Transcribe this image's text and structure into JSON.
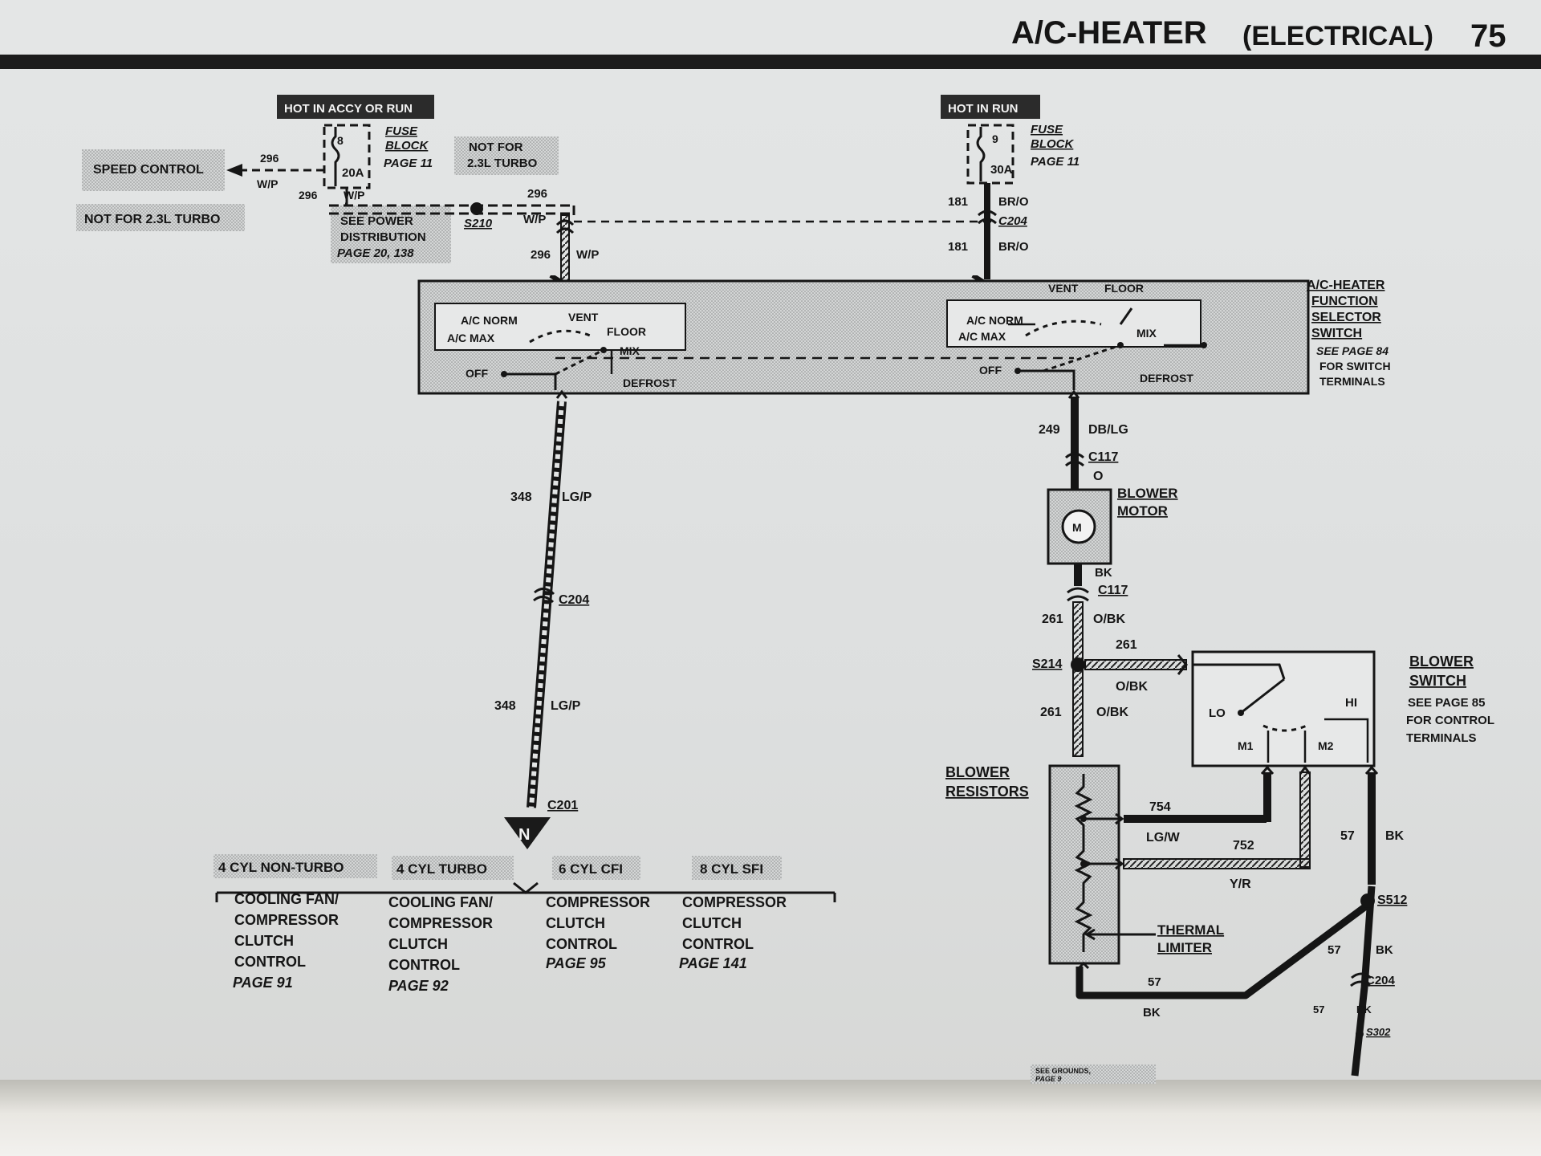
{
  "header": {
    "title": "A/C-HEATER",
    "subtitle": "(ELECTRICAL)",
    "page_number": "75"
  },
  "left_circuit": {
    "power_label": "HOT IN ACCY OR RUN",
    "fuse_number": "8",
    "fuse_rating": "20A",
    "fuse_block_line1": "FUSE",
    "fuse_block_line2": "BLOCK",
    "fuse_block_page": "PAGE 11",
    "not_for_turbo_top_1": "NOT FOR",
    "not_for_turbo_top_2": "2.3L TURBO",
    "speed_control": "SPEED CONTROL",
    "wire_296": "296",
    "wire_wp": "W/P",
    "not_for_turbo_left": "NOT FOR 2.3L TURBO",
    "power_dist_1": "SEE POWER",
    "power_dist_2": "DISTRIBUTION",
    "power_dist_page": "PAGE 20, 138",
    "splice_s210": "S210",
    "wire_348": "348",
    "wire_lgp": "LG/P",
    "connector_c204": "C204",
    "connector_c201": "C201",
    "ground_n": "N"
  },
  "right_circuit": {
    "power_label": "HOT IN RUN",
    "fuse_number": "9",
    "fuse_rating": "30A",
    "fuse_block_line1": "FUSE",
    "fuse_block_line2": "BLOCK",
    "fuse_block_page": "PAGE 11",
    "wire_181": "181",
    "wire_bro": "BR/O",
    "connector_c204": "C204",
    "wire_249": "249",
    "wire_dblg": "DB/LG",
    "connector_c117": "C117",
    "wire_o": "O",
    "blower_motor_1": "BLOWER",
    "blower_motor_2": "MOTOR",
    "motor_m": "M",
    "wire_bk": "BK",
    "connector_c117b": "C117",
    "wire_261": "261",
    "wire_obk": "O/BK",
    "splice_s214": "S214",
    "blower_switch_1": "BLOWER",
    "blower_switch_2": "SWITCH",
    "blower_switch_note_1": "SEE PAGE 85",
    "blower_switch_note_2": "FOR CONTROL",
    "blower_switch_note_3": "TERMINALS",
    "switch_lo": "LO",
    "switch_hi": "HI",
    "switch_m1": "M1",
    "switch_m2": "M2",
    "blower_resistors_1": "BLOWER",
    "blower_resistors_2": "RESISTORS",
    "wire_754": "754",
    "wire_lgw": "LG/W",
    "wire_752": "752",
    "wire_yr": "Y/R",
    "thermal_1": "THERMAL",
    "thermal_2": "LIMITER",
    "wire_57": "57",
    "splice_s512": "S512",
    "connector_c204b": "C204",
    "splice_s302": "S302",
    "see_grounds_1": "SEE GROUNDS,",
    "see_grounds_2": "PAGE 9"
  },
  "selector_switch": {
    "title_1": "A/C-HEATER",
    "title_2": "FUNCTION",
    "title_3": "SELECTOR",
    "title_4": "SWITCH",
    "note_1": "SEE PAGE 84",
    "note_2": "FOR SWITCH",
    "note_3": "TERMINALS",
    "ac_norm": "A/C NORM",
    "ac_max": "A/C MAX",
    "vent": "VENT",
    "floor": "FLOOR",
    "mix": "MIX",
    "off": "OFF",
    "defrost": "DEFROST"
  },
  "bottom_references": [
    {
      "header": "4 CYL NON-TURBO",
      "l1": "COOLING FAN/",
      "l2": "COMPRESSOR",
      "l3": "CLUTCH",
      "l4": "CONTROL",
      "page": "PAGE 91"
    },
    {
      "header": "4 CYL TURBO",
      "l1": "COOLING FAN/",
      "l2": "COMPRESSOR",
      "l3": "CLUTCH",
      "l4": "CONTROL",
      "page": "PAGE 92"
    },
    {
      "header": "6 CYL CFI",
      "l1": "COMPRESSOR",
      "l2": "CLUTCH",
      "l3": "CONTROL",
      "page": "PAGE 95"
    },
    {
      "header": "8 CYL SFI",
      "l1": "COMPRESSOR",
      "l2": "CLUTCH",
      "l3": "CONTROL",
      "page": "PAGE 141"
    }
  ],
  "colors": {
    "ink": "#151515",
    "paper": "#e2e4e4",
    "label_box": "#2b2b2b",
    "screened": "#c9cbcb"
  }
}
